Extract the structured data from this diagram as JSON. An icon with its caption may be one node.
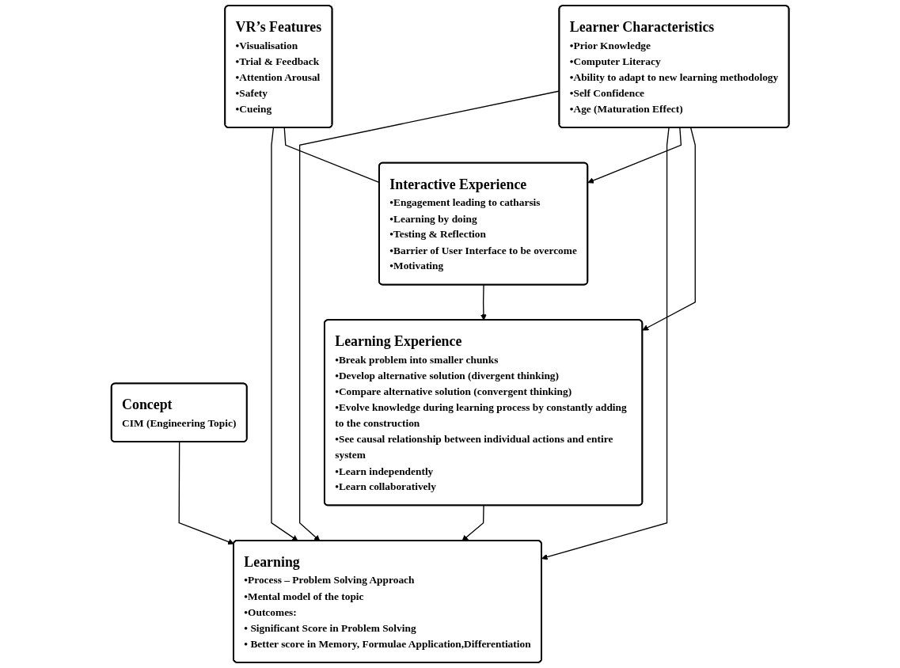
{
  "diagram": {
    "nodes": [
      {
        "text": [
          "Concept",
          "CIM (Engineering Topic)"
        ]
      },
      {
        "text": [
          "VR’s Features",
          "•Visualisation",
          "•Trial & Feedback",
          "•Attention Arousal",
          "•Safety",
          "•Cueing"
        ]
      },
      {
        "text": [
          "Learning",
          "•Process – Problem Solving Approach",
          "•Mental model of the topic",
          "•Outcomes:",
          "• Significant Score in Problem Solving",
          "• Better score in Memory, Formulae Application,Differentiation"
        ]
      },
      {
        "text": [
          "Learner Characteristics",
          "•Prior Knowledge",
          "•Computer Literacy",
          "•Ability to adapt to new learning methodology",
          "•Self Confidence",
          "•Age (Maturation Effect)"
        ]
      },
      {
        "text": [
          "Interactive Experience",
          "•Engagement leading to catharsis",
          "•Learning by doing",
          "•Testing & Reflection",
          "•Barrier of User Interface to be overcome",
          "•Motivating"
        ]
      },
      {
        "text": [
          "Learning Experience",
          "•Break problem into smaller chunks",
          "•Develop alternative solution (divergent thinking)",
          "•Compare alternative solution (convergent thinking)",
          "•Evolve knowledge during learning process by constantly adding to the construction",
          "•See causal relationship between individual actions and entire system",
          "•Learn independently",
          "•Learn collaboratively"
        ]
      }
    ],
    "edges": [
      {
        "from": 0,
        "to": 2,
        "arrow": "to"
      },
      {
        "from": 3,
        "to": 2,
        "arrow": "to"
      },
      {
        "from": 1,
        "to": 2,
        "arrow": "to"
      },
      {
        "from": 3,
        "to": 2,
        "arrow": "to"
      },
      {
        "from": 1,
        "to": 4,
        "arrow": "none"
      },
      {
        "from": 3,
        "to": 4,
        "arrow": "to"
      },
      {
        "from": 3,
        "to": 5,
        "arrow": "to"
      },
      {
        "from": 4,
        "to": 5,
        "arrow": "to"
      },
      {
        "from": 5,
        "to": 2,
        "arrow": "to"
      }
    ]
  }
}
